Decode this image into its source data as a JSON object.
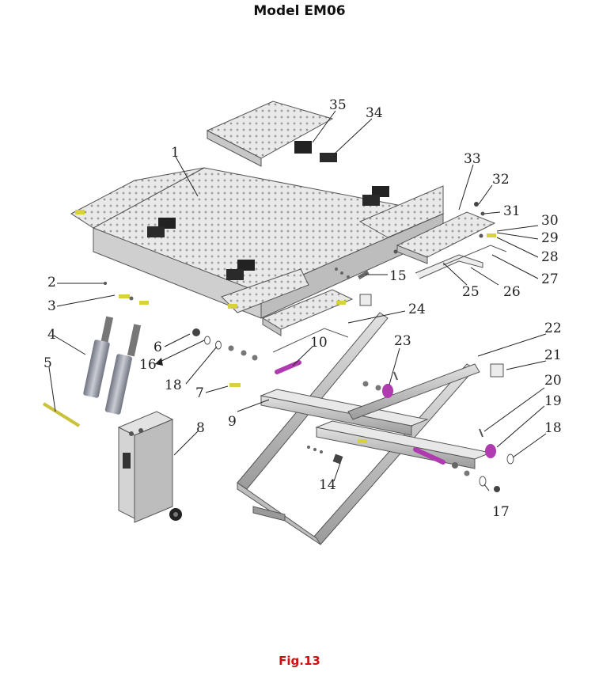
{
  "title": "Model EM06",
  "caption": "Fig.13",
  "caption_color": "#cc1111",
  "highlight_colors": {
    "bushing": "#b03ab0",
    "accent": "#d7d23a"
  },
  "part_numbers": [
    "1",
    "2",
    "3",
    "4",
    "5",
    "6",
    "7",
    "8",
    "9",
    "10",
    "14",
    "15",
    "16",
    "17",
    "18",
    "18",
    "19",
    "20",
    "21",
    "22",
    "23",
    "24",
    "25",
    "26",
    "27",
    "28",
    "29",
    "30",
    "31",
    "32",
    "33",
    "34",
    "35"
  ]
}
